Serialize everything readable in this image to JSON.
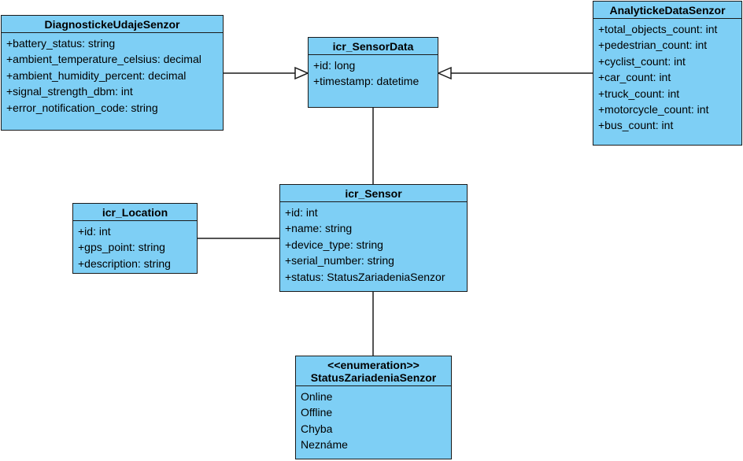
{
  "colors": {
    "class_fill": "#7ecff5",
    "line": "#1a1a1a"
  },
  "classes": {
    "diag": {
      "name": "DiagnostickeUdajeSenzor",
      "attributes": [
        "+battery_status: string",
        "+ambient_temperature_celsius: decimal",
        "+ambient_humidity_percent: decimal",
        "+signal_strength_dbm: int",
        "+error_notification_code: string"
      ]
    },
    "sensordata": {
      "name": "icr_SensorData",
      "attributes": [
        "+id: long",
        "+timestamp: datetime"
      ]
    },
    "analytic": {
      "name": "AnalytickeDataSenzor",
      "attributes": [
        "+total_objects_count: int",
        "+pedestrian_count: int",
        "+cyclist_count: int",
        "+car_count: int",
        "+truck_count: int",
        "+motorcycle_count: int",
        "+bus_count: int"
      ]
    },
    "location": {
      "name": "icr_Location",
      "attributes": [
        "+id: int",
        "+gps_point: string",
        "+description: string"
      ]
    },
    "sensor": {
      "name": "icr_Sensor",
      "attributes": [
        "+id: int",
        "+name: string",
        "+device_type: string",
        "+serial_number: string",
        "+status: StatusZariadeniaSenzor"
      ]
    },
    "status": {
      "stereotype": "<<enumeration>>",
      "name": "StatusZariadeniaSenzor",
      "attributes": [
        "Online",
        "Offline",
        "Chyba",
        "Neznáme"
      ]
    }
  },
  "relations": [
    {
      "type": "generalization",
      "from": "diag",
      "to": "sensordata"
    },
    {
      "type": "generalization",
      "from": "analytic",
      "to": "sensordata"
    },
    {
      "type": "association",
      "from": "sensordata",
      "to": "sensor"
    },
    {
      "type": "association",
      "from": "location",
      "to": "sensor"
    },
    {
      "type": "association",
      "from": "sensor",
      "to": "status"
    }
  ]
}
